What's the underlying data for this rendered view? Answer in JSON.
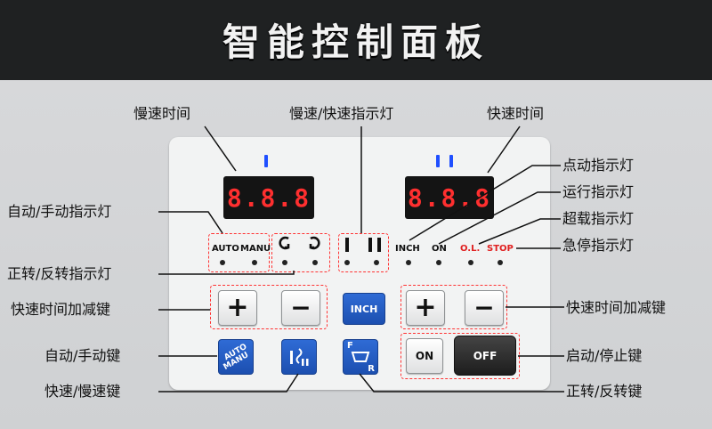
{
  "header": {
    "title": "智能控制面板"
  },
  "callouts": {
    "slow_time": "慢速时间",
    "slow_fast_light": "慢速/快速指示灯",
    "fast_time": "快速时间",
    "inch_light": "点动指示灯",
    "run_light": "运行指示灯",
    "overload_light": "超载指示灯",
    "estop_light": "急停指示灯",
    "auto_manual_light": "自动/手动指示灯",
    "forward_reverse_light": "正转/反转指示灯",
    "fast_time_adjust_left": "快速时间加减键",
    "fast_time_adjust_right": "快速时间加减键",
    "auto_manual_key": "自动/手动键",
    "fast_slow_key": "快速/慢速键",
    "start_stop_key": "启动/停止键",
    "forward_reverse_key": "正转/反转键"
  },
  "panel": {
    "left_display": "8.8.8",
    "right_display": "8.8.8",
    "indicators": {
      "auto": "AUTO",
      "manu": "MANU",
      "inch": "INCH",
      "on": "ON",
      "ol": "O.L.",
      "stop": "STOP"
    },
    "buttons": {
      "plus": "+",
      "minus": "−",
      "inch": "INCH",
      "auto_key_top": "AUTO",
      "auto_key_bottom": "MANU",
      "on": "ON",
      "off": "OFF",
      "fr_f": "F",
      "fr_r": "R"
    }
  },
  "colors": {
    "accent_blue": "#1f4fff",
    "led_red": "#ff2f2f",
    "callout_red": "#e02020",
    "dash_red": "#ff3333"
  }
}
